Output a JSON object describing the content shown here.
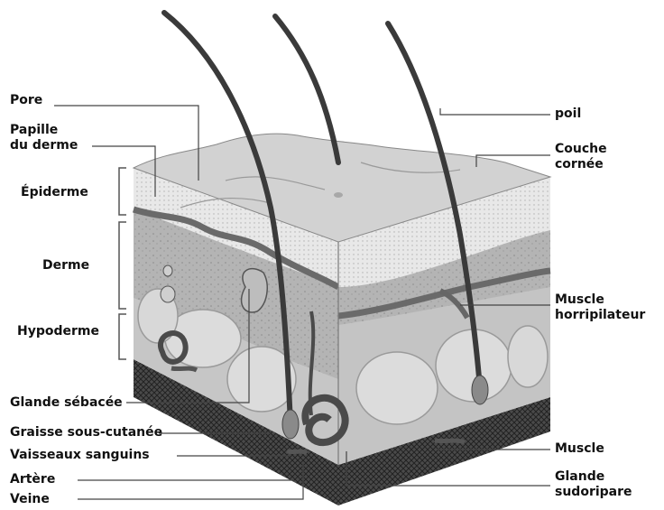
{
  "labels": {
    "pore": "Pore",
    "papille_line1": "Papille",
    "papille_line2": "du derme",
    "epiderme": "Épiderme",
    "derme": "Derme",
    "hypoderme": "Hypoderme",
    "glande_sebacee": "Glande sébacée",
    "graisse": "Graisse sous-cutanée",
    "vaisseaux": "Vaisseaux sanguins",
    "artere": "Artère",
    "veine": "Veine",
    "poil": "poil",
    "couche_line1": "Couche",
    "couche_line2": "cornée",
    "muscle_horri_line1": "Muscle",
    "muscle_horri_line2": "horripilateur",
    "muscle": "Muscle",
    "glande_sudo_line1": "Glande",
    "glande_sudo_line2": "sudoripare"
  },
  "colors": {
    "skin_surface": "#d4d4d4",
    "epidermis": "#e6e6e6",
    "dermis": "#b6b6b6",
    "hypodermis": "#c4c4c4",
    "fat_lobule": "#dedede",
    "hair": "#3a3a3a",
    "muscle_base": "#3f3f3f",
    "leader_line": "#444444"
  }
}
